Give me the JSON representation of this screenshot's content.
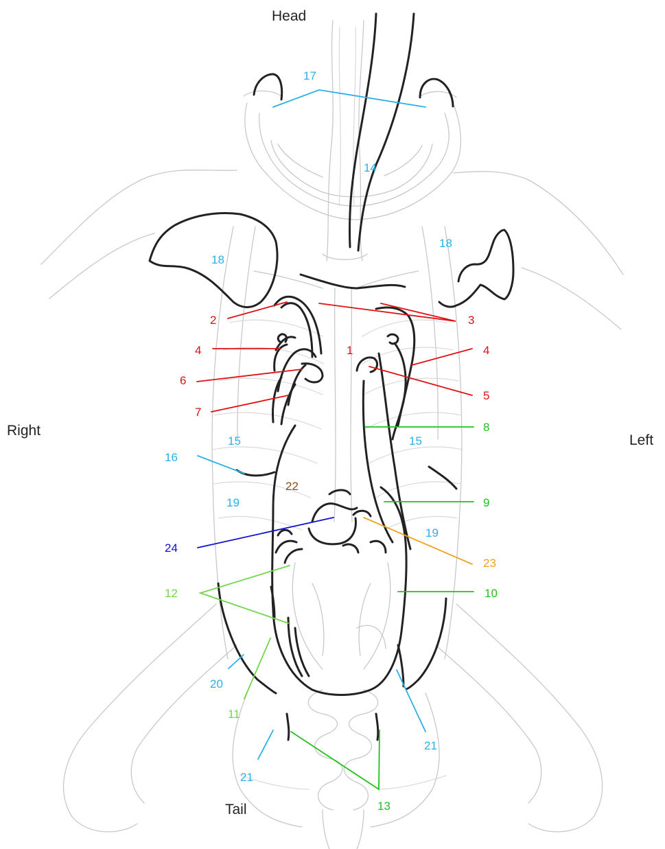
{
  "orientation": {
    "head": "Head",
    "tail": "Tail",
    "right": "Right",
    "left": "Left"
  },
  "colors": {
    "red": "#e01010",
    "green": "#22c01c",
    "lightgreen": "#72d64a",
    "cyan": "#2ab0e8",
    "orange": "#f0a020",
    "brown": "#8b4a14",
    "blue": "#1010cc"
  },
  "labels": [
    {
      "id": "label-1",
      "text": "1",
      "color": "red"
    },
    {
      "id": "label-2",
      "text": "2",
      "color": "red"
    },
    {
      "id": "label-3",
      "text": "3",
      "color": "red"
    },
    {
      "id": "label-4-right",
      "text": "4",
      "color": "red"
    },
    {
      "id": "label-4-left",
      "text": "4",
      "color": "red"
    },
    {
      "id": "label-5",
      "text": "5",
      "color": "red"
    },
    {
      "id": "label-6",
      "text": "6",
      "color": "red"
    },
    {
      "id": "label-7",
      "text": "7",
      "color": "red"
    },
    {
      "id": "label-8",
      "text": "8",
      "color": "green"
    },
    {
      "id": "label-9",
      "text": "9",
      "color": "green"
    },
    {
      "id": "label-10",
      "text": "10",
      "color": "green"
    },
    {
      "id": "label-11",
      "text": "11",
      "color": "lightgreen"
    },
    {
      "id": "label-12",
      "text": "12",
      "color": "lightgreen"
    },
    {
      "id": "label-13",
      "text": "13",
      "color": "green"
    },
    {
      "id": "label-14",
      "text": "14",
      "color": "cyan"
    },
    {
      "id": "label-15-right",
      "text": "15",
      "color": "cyan"
    },
    {
      "id": "label-15-left",
      "text": "15",
      "color": "cyan"
    },
    {
      "id": "label-16",
      "text": "16",
      "color": "cyan"
    },
    {
      "id": "label-17",
      "text": "17",
      "color": "cyan"
    },
    {
      "id": "label-18-right",
      "text": "18",
      "color": "cyan"
    },
    {
      "id": "label-18-left",
      "text": "18",
      "color": "cyan"
    },
    {
      "id": "label-19-right",
      "text": "19",
      "color": "cyan"
    },
    {
      "id": "label-19-left",
      "text": "19",
      "color": "cyan"
    },
    {
      "id": "label-20",
      "text": "20",
      "color": "cyan"
    },
    {
      "id": "label-21-right",
      "text": "21",
      "color": "cyan"
    },
    {
      "id": "label-21-left",
      "text": "21",
      "color": "cyan"
    },
    {
      "id": "label-22",
      "text": "22",
      "color": "brown"
    },
    {
      "id": "label-23",
      "text": "23",
      "color": "orange"
    },
    {
      "id": "label-24",
      "text": "24",
      "color": "blue"
    }
  ]
}
